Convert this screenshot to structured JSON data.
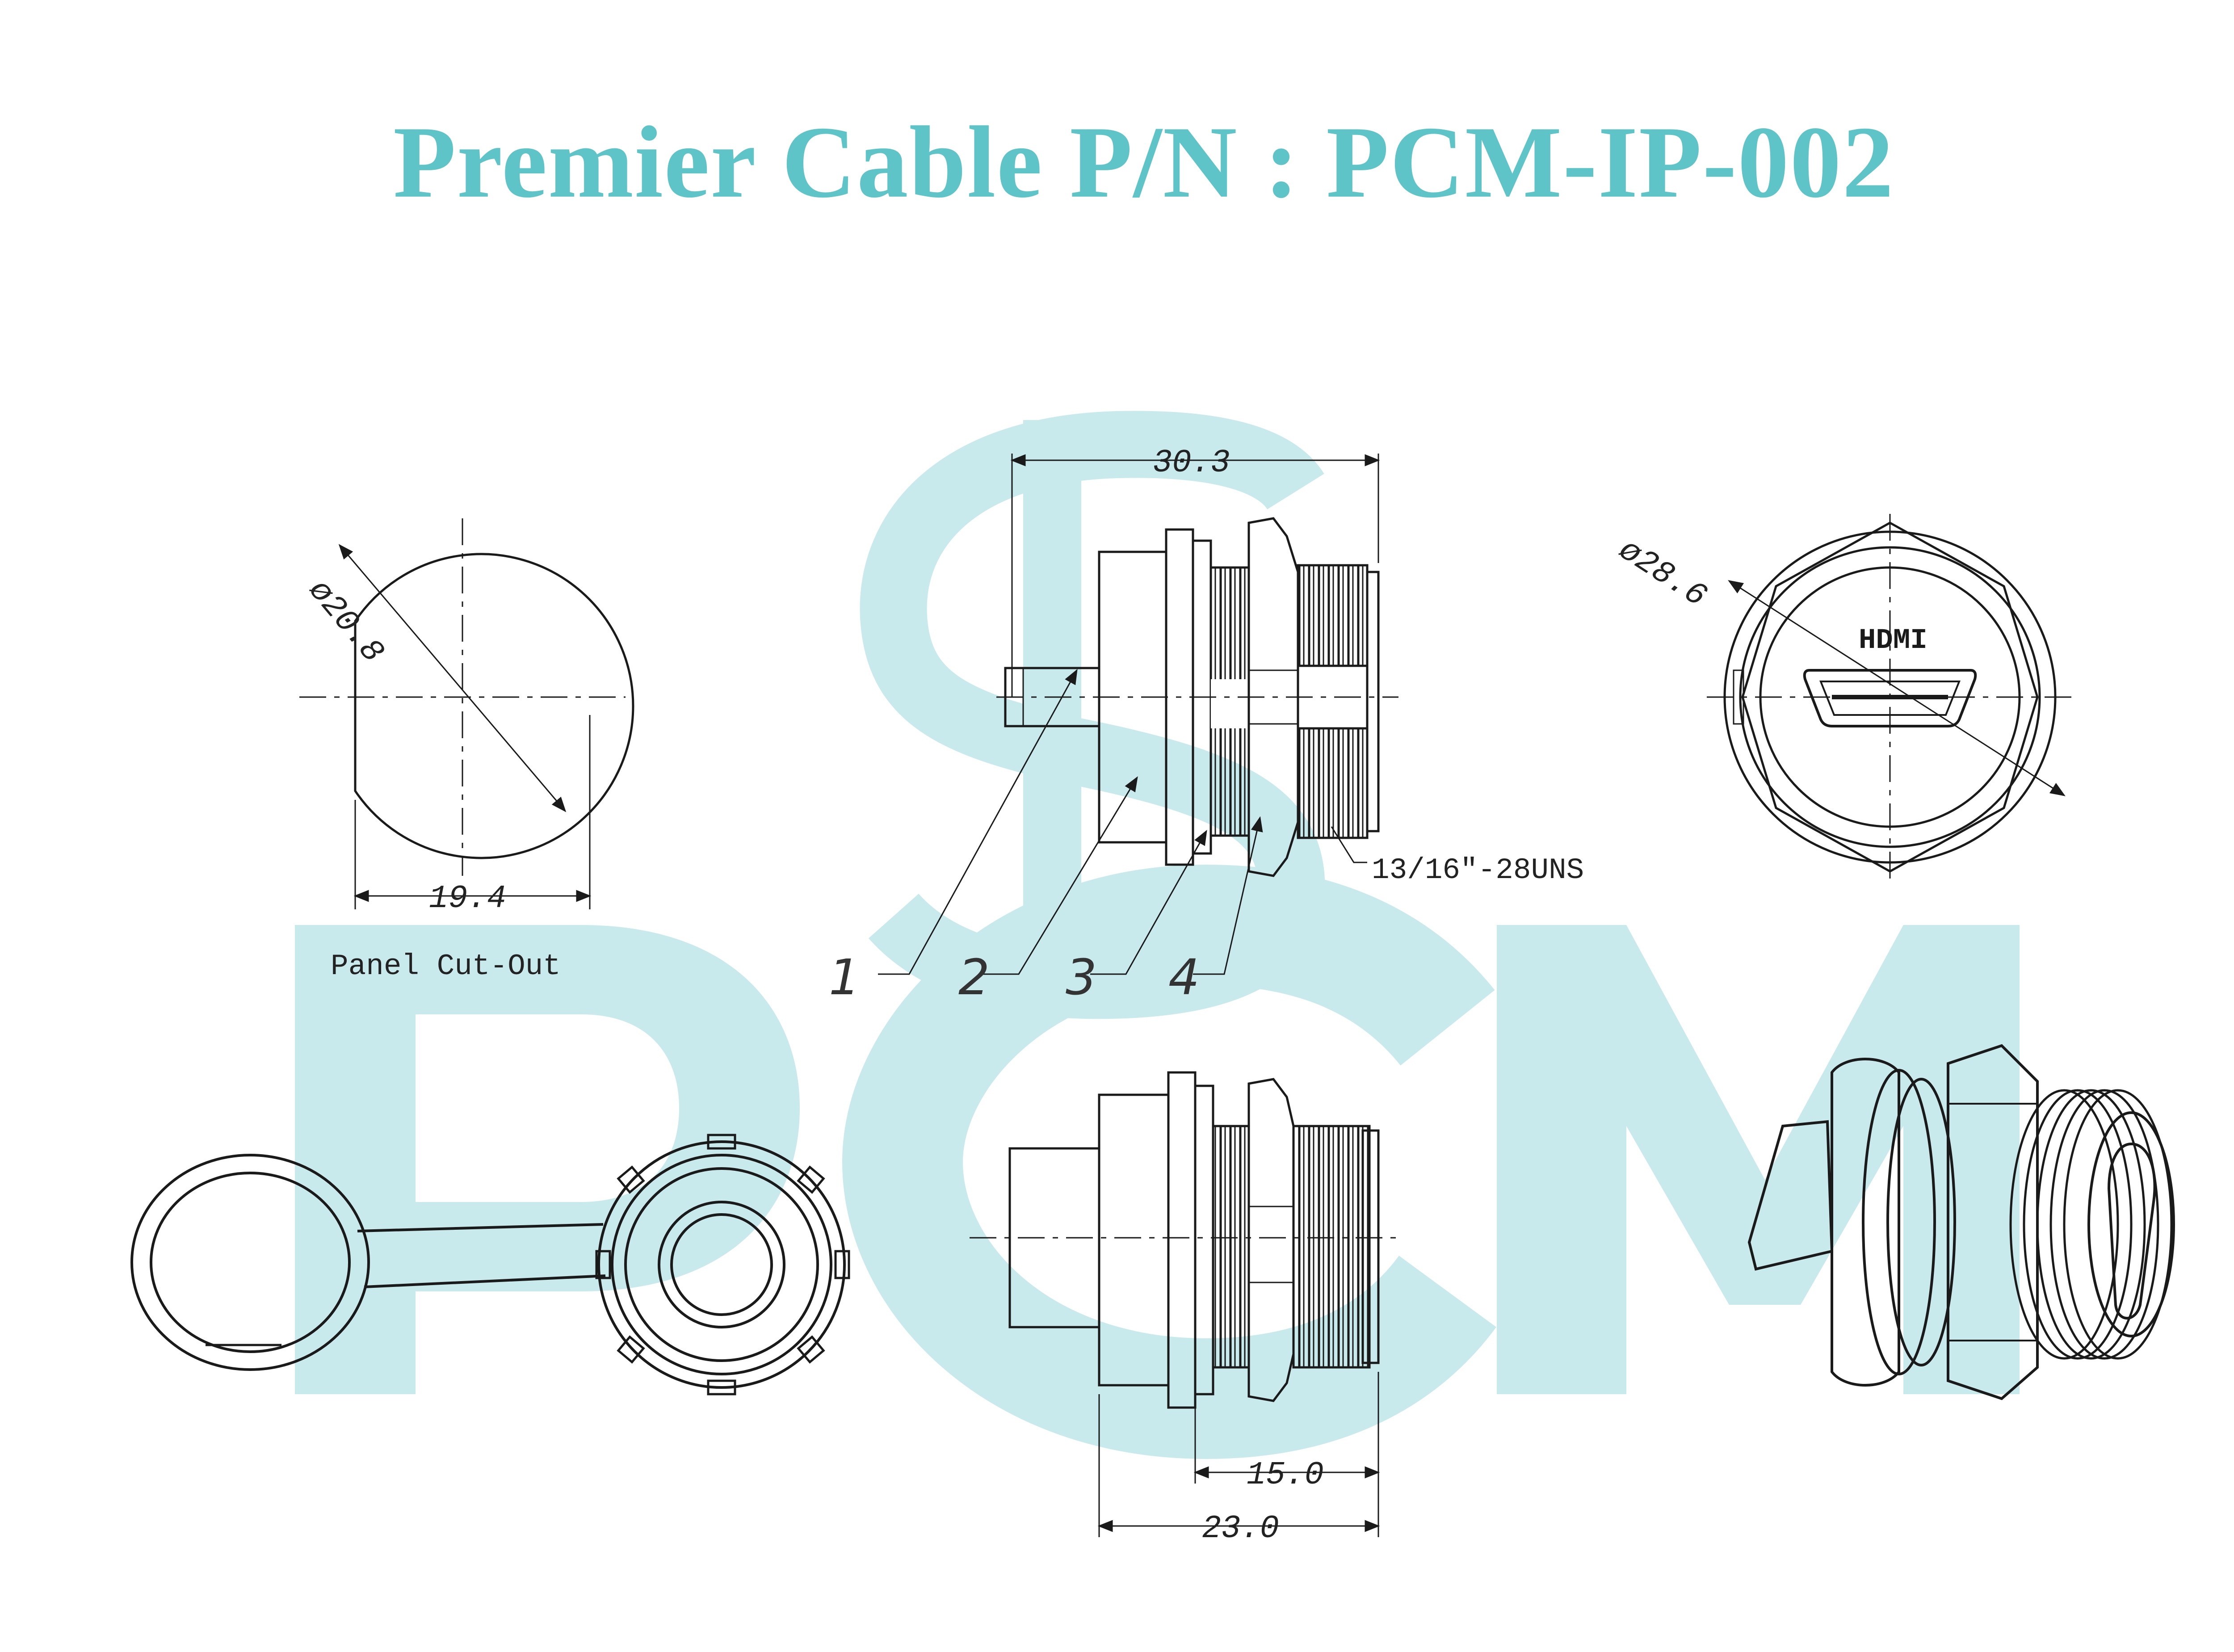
{
  "title": "Premier Cable P/N : PCM-IP-002",
  "watermark": {
    "letters": "PCM",
    "symbol": "$",
    "color": "#c8eaec"
  },
  "colors": {
    "title": "#5ec4c8",
    "line": "#1a1a1a"
  },
  "panel_cutout": {
    "diameter_label": "ø20.8",
    "width_label": "19.4",
    "caption": "Panel Cut-Out"
  },
  "side_view": {
    "overall_length_label": "30.3",
    "thread_label": "13/16\"-28UNS",
    "callouts": [
      "1",
      "2",
      "3",
      "4"
    ]
  },
  "front_view": {
    "diameter_label": "ø28.6",
    "connector_text": "HDMI"
  },
  "bottom_view": {
    "dim_15_label": "15.0",
    "dim_23_label": "23.0"
  }
}
